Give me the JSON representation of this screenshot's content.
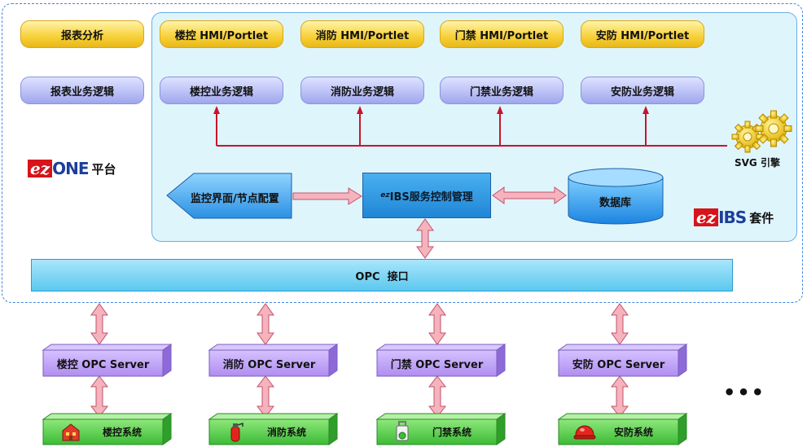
{
  "platform": {
    "report_analysis": "报表分析",
    "report_logic": "报表业务逻辑",
    "logo_ez": "ez",
    "logo_name": "ONE",
    "logo_suffix": "平台"
  },
  "suite": {
    "hmi": [
      "楼控 HMI/Portlet",
      "消防 HMI/Portlet",
      "门禁 HMI/Portlet",
      "安防 HMI/Portlet"
    ],
    "logic": [
      "楼控业务逻辑",
      "消防业务逻辑",
      "门禁业务逻辑",
      "安防业务逻辑"
    ],
    "svg_engine": "SVG 引擎",
    "monitor_config": "监控界面/节点配置",
    "service_prefix": "ez",
    "service_label": "IBS服务控制管理",
    "database": "数据库",
    "logo_ez": "ez",
    "logo_name": "IBS",
    "logo_suffix": "套件"
  },
  "opc_interface": "OPC  接口",
  "servers": [
    "楼控 OPC Server",
    "消防 OPC Server",
    "门禁 OPC Server",
    "安防 OPC Server"
  ],
  "systems": [
    {
      "label": "楼控系统",
      "icon": "building-icon"
    },
    {
      "label": "消防系统",
      "icon": "fire-extinguisher-icon"
    },
    {
      "label": "门禁系统",
      "icon": "access-card-icon"
    },
    {
      "label": "安防系统",
      "icon": "security-helmet-icon"
    }
  ],
  "ellipsis": "•••",
  "colors": {
    "yellow_pill": "#f7d038",
    "blue_pill": "#b9bff5",
    "suite_bg": "#dff5fc",
    "server_purple": "#bb99f2",
    "system_green": "#44c43c",
    "arrow_pink": "#f5b3bd",
    "line_red": "#c8142c"
  }
}
